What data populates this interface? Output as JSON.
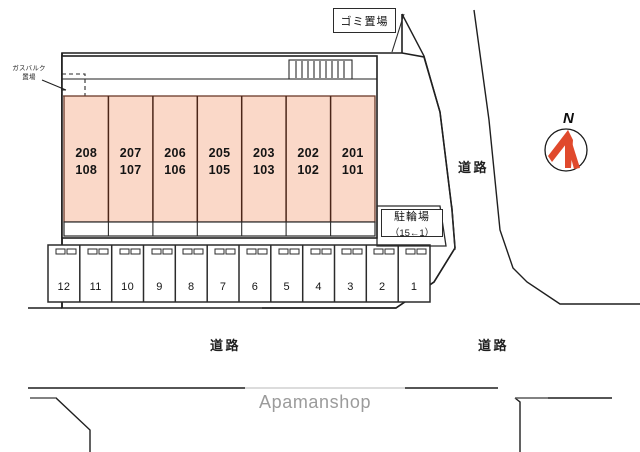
{
  "title": "配置図",
  "colors": {
    "unit_fill": "#fad8c8",
    "unit_stroke": "#6b3a2a",
    "outline": "#1f1f1f",
    "road_line": "#1f1f1f",
    "compass_red": "#e0492c",
    "watermark": "#9b9b9b",
    "white": "#ffffff"
  },
  "labels": {
    "gas_bulk_line1": "ガスバルク",
    "gas_bulk_line2": "置場",
    "trash": "ゴミ置場",
    "bicycle_main": "駐輪場",
    "bicycle_sub": "（15←1）"
  },
  "building": {
    "name": "apartment-building",
    "units": [
      {
        "upper": "208",
        "lower": "108"
      },
      {
        "upper": "207",
        "lower": "107"
      },
      {
        "upper": "206",
        "lower": "106"
      },
      {
        "upper": "205",
        "lower": "105"
      },
      {
        "upper": "203",
        "lower": "103"
      },
      {
        "upper": "202",
        "lower": "102"
      },
      {
        "upper": "201",
        "lower": "101"
      }
    ],
    "stair": "stair-hatching"
  },
  "parking": {
    "name": "parking-lot",
    "stalls": [
      "12",
      "11",
      "10",
      "9",
      "8",
      "7",
      "6",
      "5",
      "4",
      "3",
      "2",
      "1"
    ]
  },
  "roads": [
    {
      "id": "road-east",
      "text": "道路"
    },
    {
      "id": "road-south",
      "text": "道路"
    },
    {
      "id": "road-south-east",
      "text": "道路"
    }
  ],
  "compass": {
    "north_label": "N",
    "icon": "compass-rose-icon"
  },
  "watermark": {
    "text": "Apamanshop"
  }
}
